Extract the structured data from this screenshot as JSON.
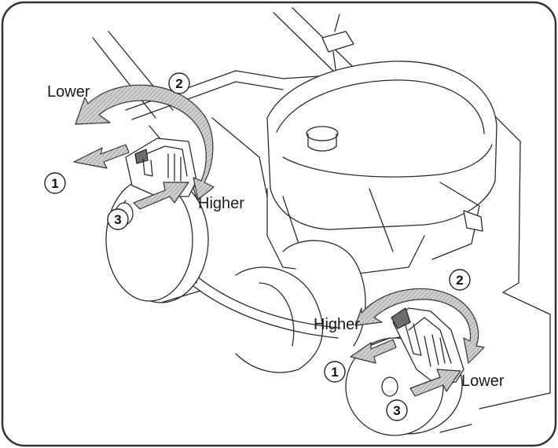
{
  "labels": {
    "lower_rear": "Lower",
    "higher_rear": "Higher",
    "higher_front": "Higher",
    "lower_front": "Lower"
  },
  "steps": {
    "rear_1": "1",
    "rear_2": "2",
    "rear_3": "3",
    "front_1": "1",
    "front_2": "2",
    "front_3": "3"
  },
  "colors": {
    "line": "#2a2a2a",
    "arrow_fill": "#5a5a5a",
    "arrow_dark": "#3c3c3c",
    "frame": "#333333",
    "background": "#ffffff"
  }
}
